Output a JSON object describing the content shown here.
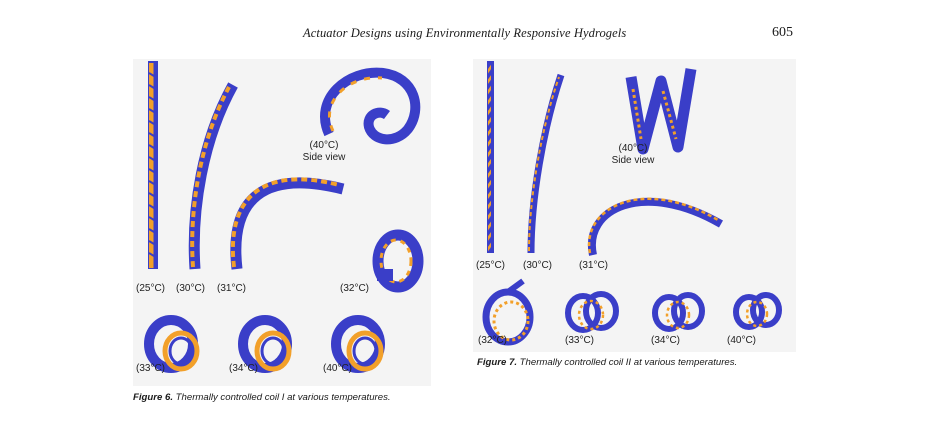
{
  "header": {
    "running_title": "Actuator Designs using Environmentally Responsive Hydrogels",
    "page_number": "605"
  },
  "figure6": {
    "label": "Figure 6.",
    "caption": "Thermally controlled coil I at various temperatures.",
    "side_view_temp": "(40°C)",
    "side_view_text": "Side view",
    "temps": [
      "(25°C)",
      "(30°C)",
      "(31°C)",
      "(32°C)",
      "(33°C)",
      "(34°C)",
      "(40°C)"
    ]
  },
  "figure7": {
    "label": "Figure 7.",
    "caption": "Thermally controlled coil II at various temperatures.",
    "side_view_temp": "(40°C)",
    "side_view_text": "Side view",
    "temps": [
      "(25°C)",
      "(30°C)",
      "(31°C)",
      "(32°C)",
      "(33°C)",
      "(34°C)",
      "(40°C)"
    ]
  },
  "colors": {
    "coil_blue": "#3a3ec8",
    "coil_blue_dark": "#23268f",
    "hydrogel_orange": "#f2a02a"
  }
}
